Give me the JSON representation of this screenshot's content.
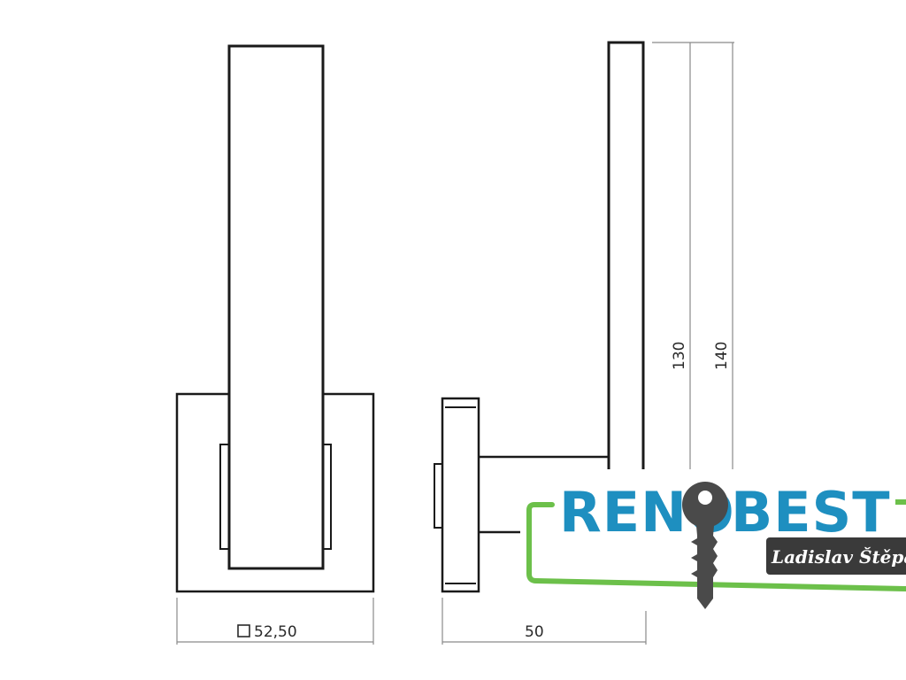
{
  "drawing": {
    "front_view": {
      "rose_dimension_label": "52,50"
    },
    "side_view": {
      "projection_dimension_label": "50",
      "height_dimension_1_label": "130",
      "height_dimension_2_label": "140"
    }
  },
  "watermark": {
    "brand_part_1": "RENO",
    "brand_part_2": "BEST",
    "owner_name": "Ladislav Štěpán",
    "colors": {
      "brand_blue": "#1e8fc0",
      "frame_green": "#6cc04a",
      "owner_box": "#3a3a3a",
      "key": "#4a4a4a"
    }
  },
  "colors": {
    "line": "#1a1a1a",
    "dimension_line": "#8a8a8a"
  }
}
